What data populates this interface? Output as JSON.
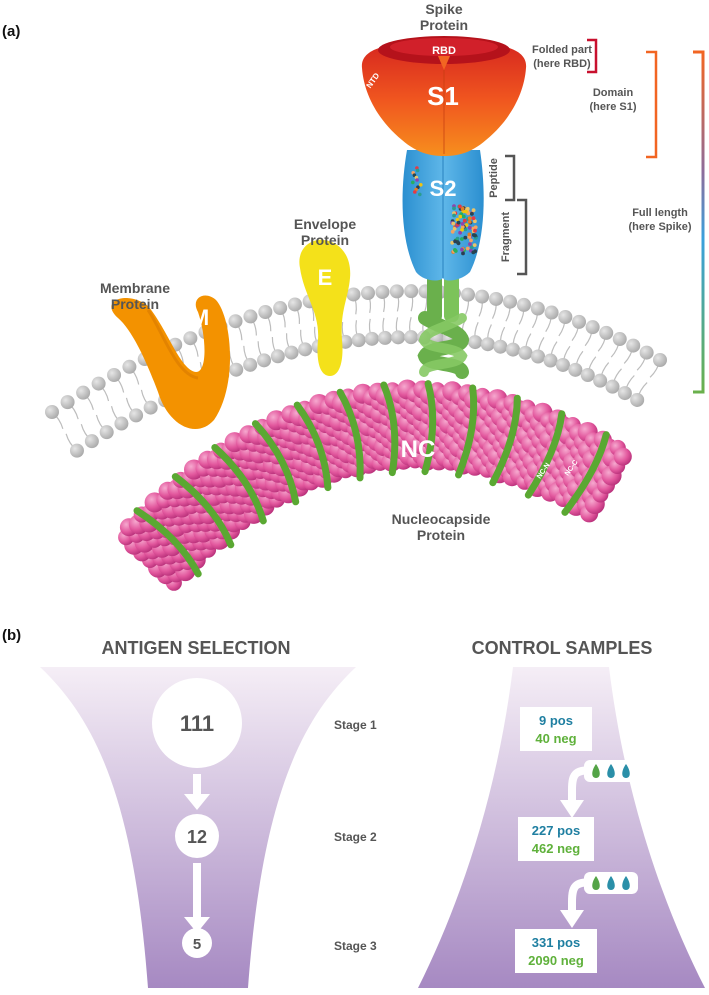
{
  "panel_a": {
    "label": "(a)",
    "spike": {
      "title_line1": "Spike",
      "title_line2": "Protein",
      "rbd": "RBD",
      "ntd": "NTD",
      "s1": "S1",
      "s2": "S2",
      "peptide": "Peptide",
      "fragment": "Fragment"
    },
    "scale": {
      "folded_line1": "Folded part",
      "folded_line2": "(here RBD)",
      "domain_line1": "Domain",
      "domain_line2": "(here S1)",
      "full_line1": "Full length",
      "full_line2": "(here Spike)"
    },
    "envelope": {
      "line1": "Envelope",
      "line2": "Protein",
      "letter": "E"
    },
    "membrane": {
      "line1": "Membrane",
      "line2": "Protein",
      "letter": "M"
    },
    "nucleocapsid": {
      "nc": "NC",
      "nc_n": "NC-N",
      "nc_c": "NC-C",
      "line1": "Nucleocapside",
      "line2": "Protein"
    },
    "colors": {
      "spike_red": "#c8102e",
      "spike_orange": "#f26522",
      "s2_blue": "#3aa0dc",
      "stalk_green": "#6ab04c",
      "envelope_yellow": "#f4e11a",
      "membrane_orange": "#f39200",
      "nc_pink": "#e75ea3",
      "rna_green": "#5aa832",
      "lipid_grey": "#c6c6c6"
    }
  },
  "panel_b": {
    "label": "(b)",
    "antigen_title": "ANTIGEN SELECTION",
    "control_title": "CONTROL SAMPLES",
    "stages": [
      {
        "label": "Stage 1",
        "antigens": "111",
        "pos": "9 pos",
        "neg": "40 neg"
      },
      {
        "label": "Stage 2",
        "antigens": "12",
        "pos": "227 pos",
        "neg": "462 neg"
      },
      {
        "label": "Stage 3",
        "antigens": "5",
        "pos": "331 pos",
        "neg": "2090 neg"
      }
    ],
    "colors": {
      "funnel_light": "#f3eaf4",
      "funnel_dark": "#a98bc4",
      "pos_blue": "#1f7fa1",
      "neg_green": "#5fb13b",
      "drop_teal": "#2a8fa8",
      "drop_green": "#54a447"
    }
  }
}
